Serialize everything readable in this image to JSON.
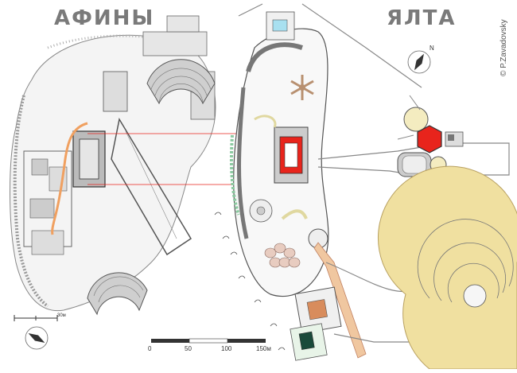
{
  "titles": {
    "athens": "АФИНЫ",
    "yalta": "ЯЛТА"
  },
  "copyright": "© P.Zavadovsky",
  "scale": {
    "ticks": [
      "0",
      "50",
      "100",
      "150м"
    ]
  },
  "small_scale": {
    "label": "30м"
  },
  "compass": {
    "north_letter": "N"
  },
  "colors": {
    "highlight_red": "#e8241c",
    "route_orange": "#f0a060",
    "amphitheatre_yellow": "#f0e0a0",
    "park_green": "#8bc9a0",
    "pool_blue": "#a8e0f0"
  }
}
